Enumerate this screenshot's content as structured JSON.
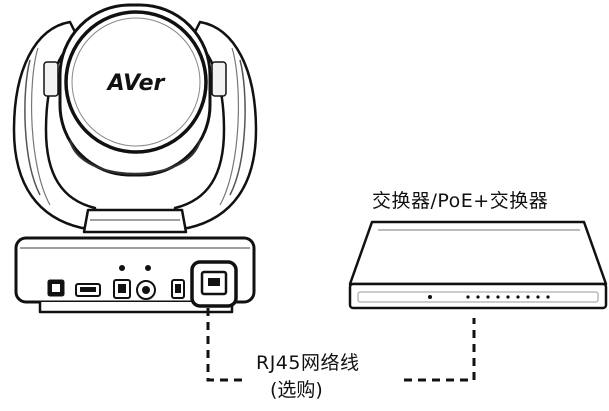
{
  "diagram": {
    "camera": {
      "logo_text": "AVer"
    },
    "switch": {
      "label": "交换器/PoE+交换器"
    },
    "cable": {
      "label_line1": "RJ45网络线",
      "label_line2": "(选购)"
    }
  }
}
